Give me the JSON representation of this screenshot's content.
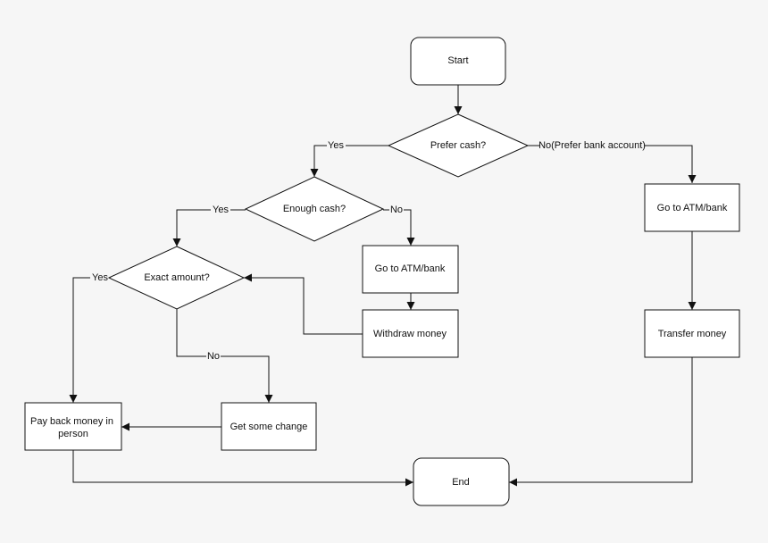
{
  "nodes": {
    "start": "Start",
    "prefer_cash": "Prefer cash?",
    "enough_cash": "Enough cash?",
    "exact_amount": "Exact amount?",
    "atm_left": "Go to ATM/bank",
    "withdraw": "Withdraw money",
    "get_change": "Get some change",
    "pay_back_line1": "Pay back money in",
    "pay_back_line2": "person",
    "atm_right": "Go to ATM/bank",
    "transfer": "Transfer money",
    "end": "End"
  },
  "edge_labels": {
    "prefer_yes": "Yes",
    "prefer_no": "No(Prefer bank account)",
    "enough_yes": "Yes",
    "enough_no": "No",
    "exact_yes": "Yes",
    "exact_no": "No"
  },
  "colors": {
    "background": "#f6f6f6",
    "stroke": "#111111",
    "node_fill": "#ffffff"
  }
}
